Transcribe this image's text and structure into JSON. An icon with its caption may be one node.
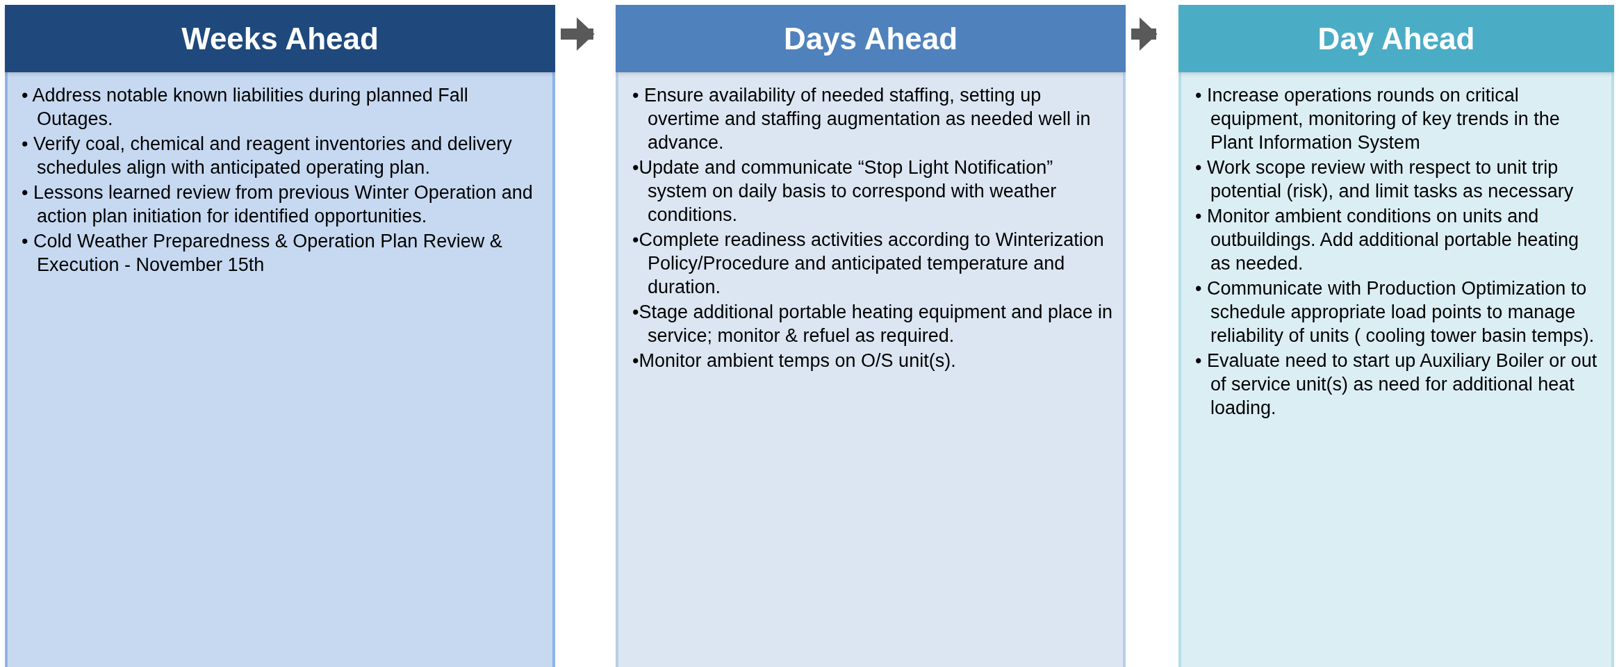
{
  "diagram": {
    "nodes": [
      {
        "text": [
          "Weeks Ahead",
          "• Address notable known liabilities during planned Fall Outages.",
          "• Verify coal, chemical and reagent inventories and delivery schedules align with anticipated operating plan.",
          "• Lessons learned review from previous Winter Operation and action plan initiation for identified opportunities.",
          "• Cold Weather Preparedness & Operation Plan Review & Execution - November 15th"
        ]
      },
      {
        "text": [
          "Days Ahead",
          "• Ensure availability of needed staffing, setting up overtime and staffing augmentation as needed well in advance.",
          "•Update and communicate “Stop Light Notification” system on daily basis to correspond with weather conditions.",
          "•Complete readiness activities according to Winterization Policy/Procedure and anticipated temperature and duration.",
          "•Stage additional portable heating equipment and place in service; monitor & refuel as required.",
          "•Monitor ambient temps on O/S unit(s)."
        ]
      },
      {
        "text": [
          "Day Ahead",
          "• Increase operations rounds on critical equipment, monitoring of key trends in the Plant Information System",
          "• Work scope review with respect to unit trip potential (risk), and limit tasks as necessary",
          "• Monitor ambient conditions on units and outbuildings.  Add additional portable heating as needed.",
          "• Communicate with Production Optimization to schedule appropriate load points to manage reliability of units ( cooling tower basin temps).",
          "• Evaluate need to start up Auxiliary Boiler or out of service unit(s) as need for additional heat loading."
        ]
      }
    ],
    "edges": [
      {
        "from": 0,
        "to": 1,
        "arrow": "to"
      },
      {
        "from": 1,
        "to": 2,
        "arrow": "to"
      }
    ]
  }
}
